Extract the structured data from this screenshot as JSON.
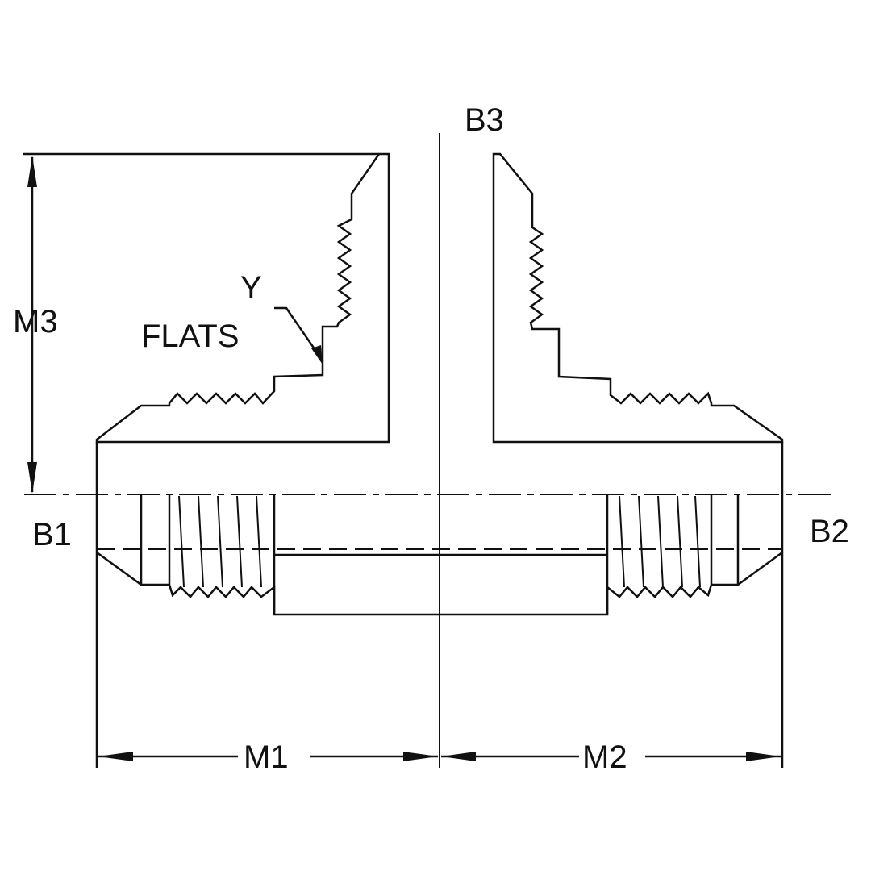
{
  "labels": {
    "b1": "B1",
    "b2": "B2",
    "b3": "B3",
    "m1": "M1",
    "m2": "M2",
    "m3": "M3",
    "y": "Y",
    "flats": "FLATS"
  },
  "colors": {
    "line": "#111111",
    "background": "#ffffff"
  }
}
